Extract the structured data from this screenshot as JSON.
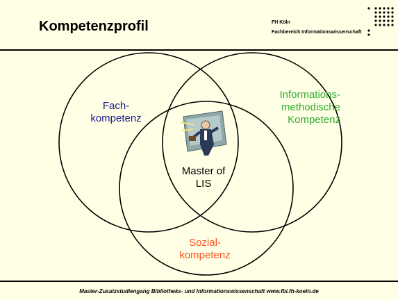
{
  "header": {
    "title": "Kompetenzprofil",
    "institution_line1": "FH Köln",
    "institution_line2": "Fachbereich Informationswissenschaft"
  },
  "diagram": {
    "labels": {
      "fach": "Fach-\nkompetenz",
      "info": "Informations-\nmethodische\nKompetenz",
      "sozial": "Sozial-\nkompetenz",
      "center": "Master of\nLIS"
    },
    "colors": {
      "fach": "#1a1a8c",
      "info": "#2fae2f",
      "sozial": "#ff4e1a",
      "background": "#ffffe6"
    }
  },
  "footer": {
    "text": "Master-Zusatzstudiengang Bibliotheks- und Informationswissenschaft    www.fbi.fh-koeln.de"
  },
  "icons": {
    "corner": "dot-grid-icon",
    "center_image": "businessman-clipart-icon"
  }
}
